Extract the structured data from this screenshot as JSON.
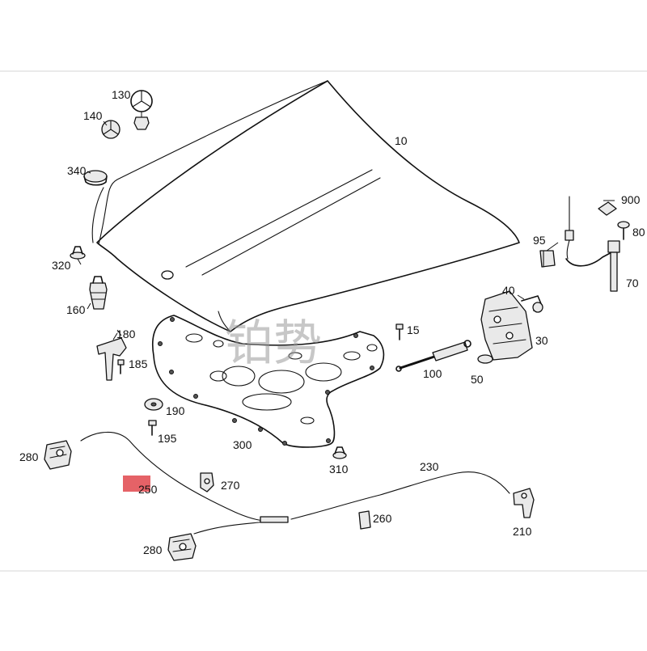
{
  "watermark": "铂势",
  "highlight_color": "#e0474c",
  "callouts": {
    "c10": "10",
    "c15": "15",
    "c30": "30",
    "c40": "40",
    "c50": "50",
    "c70": "70",
    "c80": "80",
    "c95": "95",
    "c100": "100",
    "c130": "130",
    "c140": "140",
    "c160": "160",
    "c180": "180",
    "c185": "185",
    "c190": "190",
    "c195": "195",
    "c210": "210",
    "c230": "230",
    "c250": "250",
    "c260": "260",
    "c270": "270",
    "c280a": "280",
    "c280b": "280",
    "c300": "300",
    "c310": "310",
    "c320": "320",
    "c340": "340",
    "c900": "900"
  },
  "highlighted_part": "250"
}
